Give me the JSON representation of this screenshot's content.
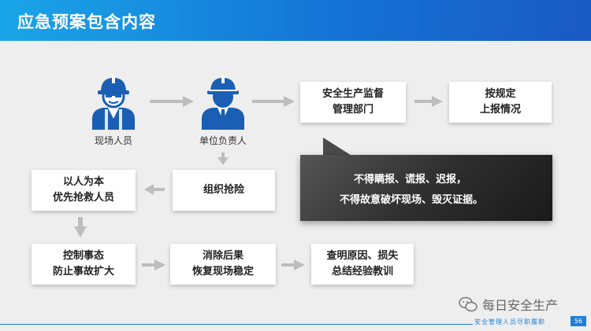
{
  "header": {
    "title": "应急预案包含内容"
  },
  "people": {
    "worker_label": "现场人员",
    "supervisor_label": "单位负责人"
  },
  "boxes": {
    "safety_dept": [
      "安全生产监督",
      "管理部门"
    ],
    "report": [
      "按规定",
      "上报情况"
    ],
    "rescue_org": [
      "组织抢险"
    ],
    "people_first": [
      "以人为本",
      "优先抢救人员"
    ],
    "control": [
      "控制事态",
      "防止事故扩大"
    ],
    "aftermath": [
      "消除后果",
      "恢复现场稳定"
    ],
    "investigate": [
      "查明原因、损失",
      "总结经验教训"
    ]
  },
  "warning": {
    "line1": "不得瞒报、谎报、迟报，",
    "line2": "不得故意破坏现场、毁灭证据。"
  },
  "footer": {
    "text": "安全管理人员尽职履职",
    "page": "56",
    "watermark": "每日安全生产"
  },
  "colors": {
    "header_start": "#1aa5e8",
    "header_end": "#1a59c4",
    "icon_blue": "#1a5fb4",
    "arrow_gray": "#bdbdbd"
  }
}
